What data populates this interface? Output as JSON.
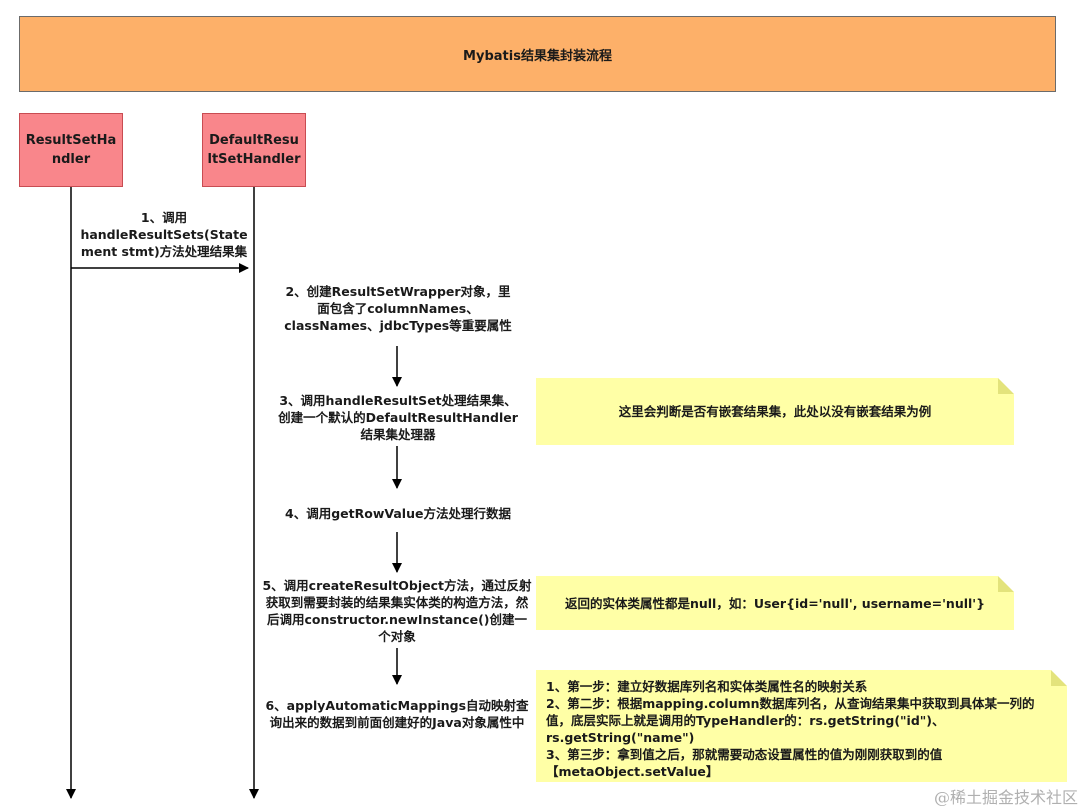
{
  "title": "Mybatis结果集封装流程",
  "actors": {
    "left": "ResultSetHandler",
    "right": "DefaultResultSetHandler"
  },
  "message": "1、调用handleResultSets(Statement stmt)方法处理结果集",
  "steps": [
    "2、创建ResultSetWrapper对象，里面包含了columnNames、classNames、jdbcTypes等重要属性",
    "3、调用handleResultSet处理结果集、创建一个默认的DefaultResultHandler结果集处理器",
    "4、调用getRowValue方法处理行数据",
    "5、调用createResultObject方法，通过反射获取到需要封装的结果集实体类的构造方法，然后调用constructor.newInstance()创建一个对象",
    "6、applyAutomaticMappings自动映射查询出来的数据到前面创建好的Java对象属性中"
  ],
  "notes": {
    "nested": "这里会判断是否有嵌套结果集，此处以没有嵌套结果为例",
    "null_props": "返回的实体类属性都是null，如：User{id='null', username='null'}",
    "mapping_lines": [
      "1、第一步：建立好数据库列名和实体类属性名的映射关系",
      "2、第二步：根据mapping.column数据库列名，从查询结果集中获取到具体某一列的值，底层实际上就是调用的TypeHandler的：rs.getString(\"id\")、rs.getString(\"name\")",
      "3、第三步：拿到值之后，那就需要动态设置属性的值为刚刚获取到的值【metaObject.setValue】"
    ]
  },
  "watermark": "@稀土掘金技术社区",
  "colors": {
    "title_fill": "#fdb069",
    "actor_fill": "#f9868b",
    "note_fill": "#ffffa6"
  }
}
